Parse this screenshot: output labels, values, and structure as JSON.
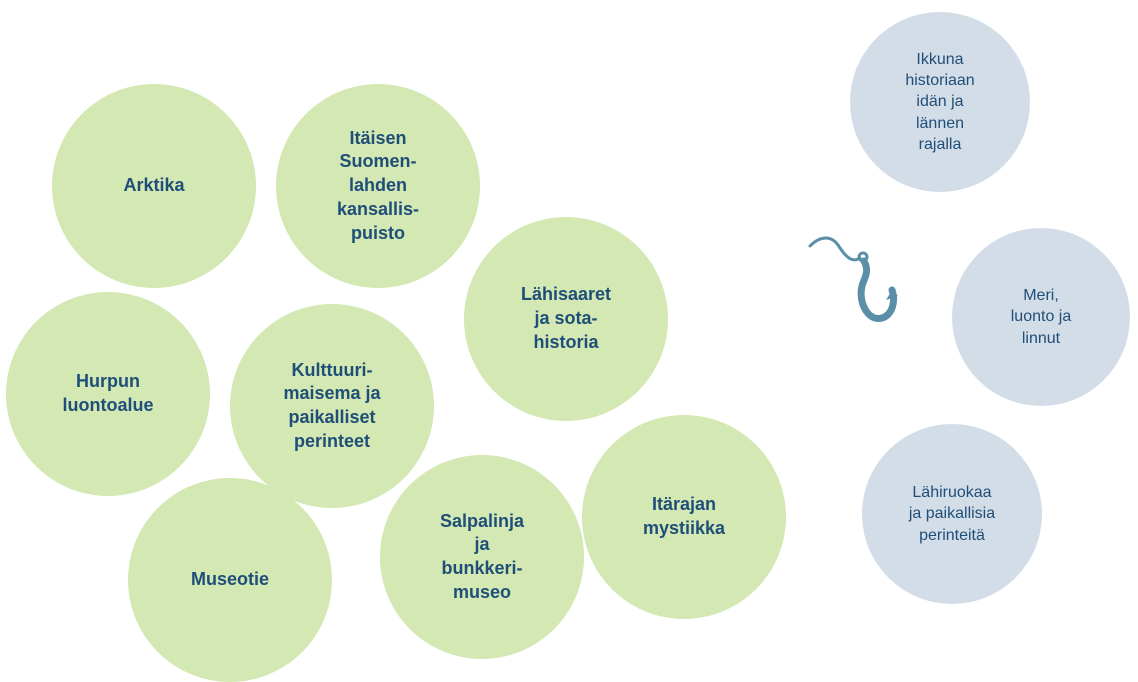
{
  "colors": {
    "green_circle_fill": "#d3e8b2",
    "blue_circle_fill": "#d3dde8",
    "text": "#1f4e79",
    "hook": "#5b8fa8"
  },
  "topics": {
    "arktika": "Arktika",
    "itainen_kansallispuisto": "Itäisen\nSuomen-\nlahden\nkansallis-\npuisto",
    "lahisaaret": "Lähisaaret\nja sota-\nhistoria",
    "hurppu": "Hurpun\nluontoalue",
    "kulttuurimaisema": "Kulttuuri-\nmaisema ja\npaikalliset\nperinteet",
    "itarajan_mystiikka": "Itärajan\nmystiikka",
    "salpalinja": "Salpalinja\nja\nbunkkeri-\nmuseo",
    "museotie": "Museotie"
  },
  "themes": {
    "ikkuna": "Ikkuna\nhistoriaan\nidän ja\nlännen\nrajalla",
    "meri": "Meri,\nluonto ja\nlinnut",
    "lahiruoka": "Lähiruokaa\nja paikallisia\nperinteitä"
  },
  "icons": {
    "hook": "fishing-hook-icon"
  }
}
